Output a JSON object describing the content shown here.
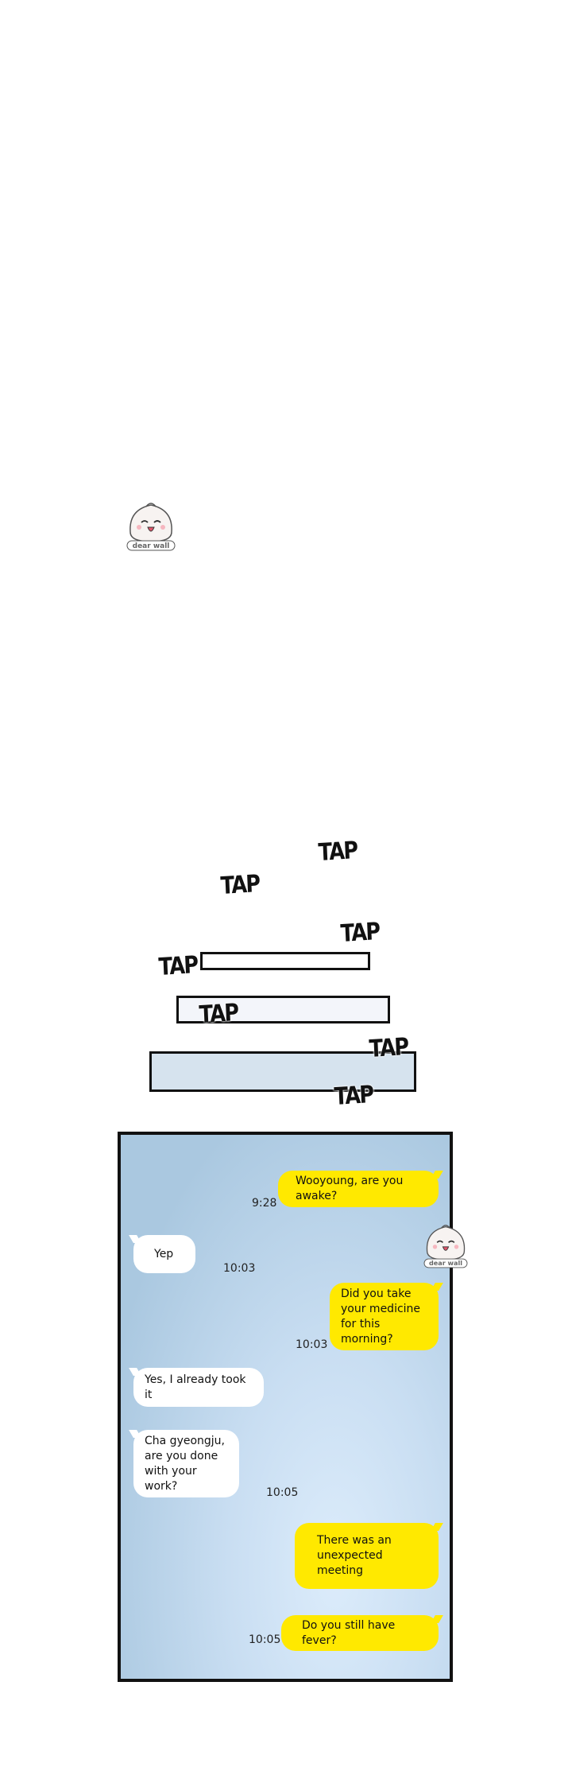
{
  "sound_effects": [
    "TAP",
    "TAP",
    "TAP",
    "TAP",
    "TAP",
    "TAP",
    "TAP"
  ],
  "watermark": {
    "text": "dear wall",
    "icon": "bun-mascot-icon"
  },
  "colors": {
    "my_bubble": "#ffe900",
    "their_bubble": "#ffffff",
    "panel_top": "#aac8e0",
    "panel_glow": "#dcecfb"
  },
  "chat": {
    "messages": [
      {
        "sender": "me",
        "text": "Wooyoung, are you awake?",
        "time": "9:28"
      },
      {
        "sender": "them",
        "text": "Yep",
        "time": "10:03"
      },
      {
        "sender": "me",
        "text": "Did you take your medicine for this morning?",
        "time": "10:03"
      },
      {
        "sender": "them",
        "text": "Yes, I already took it",
        "time": ""
      },
      {
        "sender": "them",
        "text": "Cha gyeongju, are you done with your work?",
        "time": "10:05"
      },
      {
        "sender": "me",
        "text": "There was an unexpected meeting",
        "time": ""
      },
      {
        "sender": "me",
        "text": "Do you still have fever?",
        "time": "10:05"
      }
    ]
  }
}
